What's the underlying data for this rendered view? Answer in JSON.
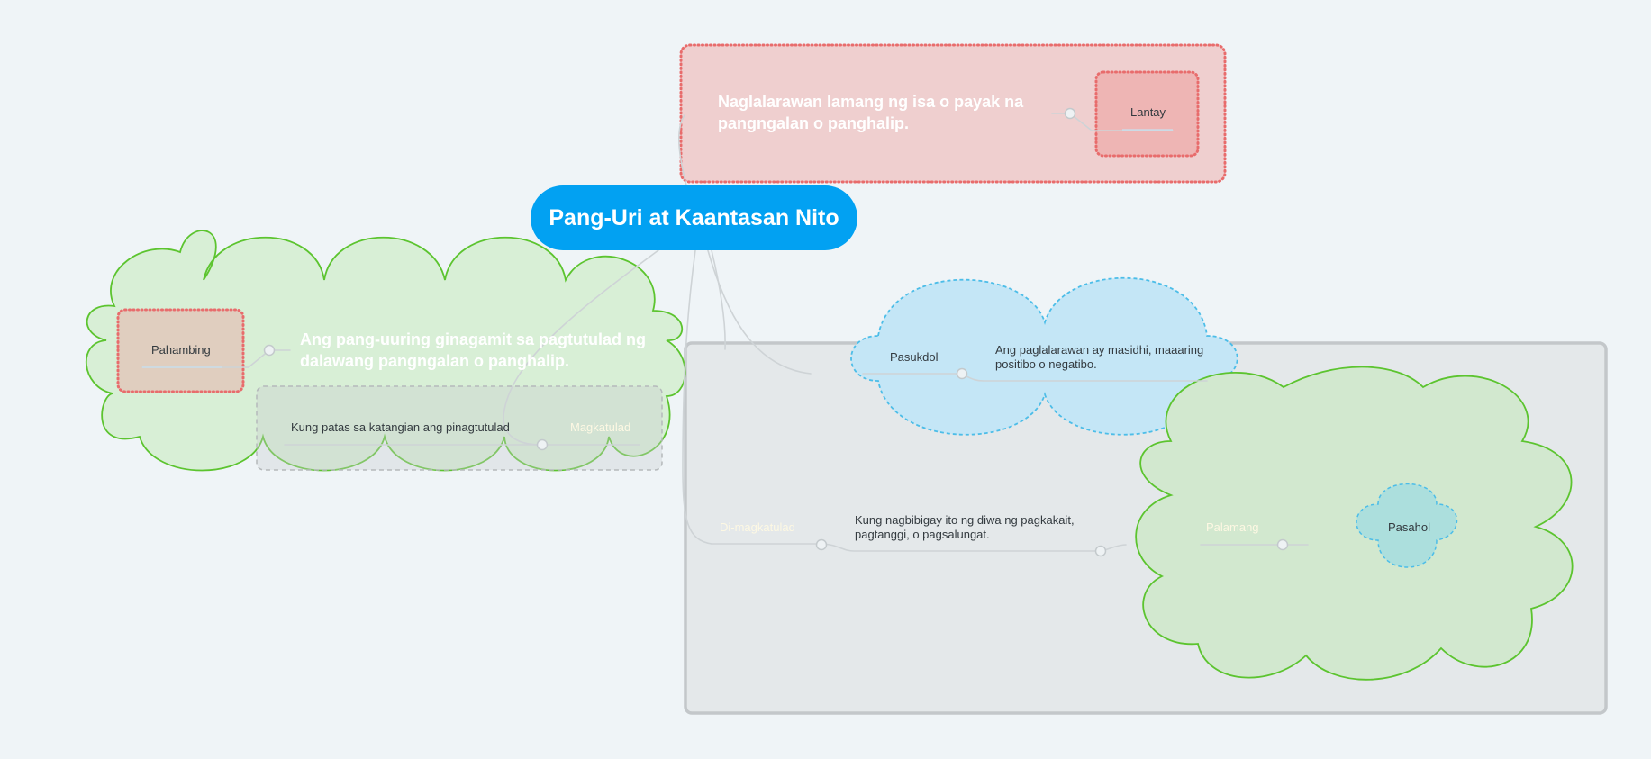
{
  "central": {
    "title": "Pang-Uri at Kaantasan Nito"
  },
  "lantay": {
    "label": "Lantay",
    "description": "Naglalarawan lamang ng isa o payak na pangngalan o panghalip."
  },
  "pahambing": {
    "label": "Pahambing",
    "description": "Ang pang-uuring ginagamit sa pagtutulad ng dalawang pangngalan o panghalip.",
    "magkatulad": {
      "label": "Magkatulad",
      "description": "Kung patas sa katangian ang pinagtutulad"
    },
    "di_magkatulad": {
      "label": "Di-magkatulad",
      "description": "Kung nagbibigay ito ng diwa ng pagkakait, pagtanggi, o pagsalungat."
    },
    "palamang": {
      "label": "Palamang"
    },
    "pasahol": {
      "label": "Pasahol"
    }
  },
  "pasukdol": {
    "label": "Pasukdol",
    "description": "Ang paglalarawan ay masidhi, maaaring positibo o negatibo."
  },
  "colors": {
    "background": "#eff4f7",
    "central": "#02a1f2",
    "red_boundary": "#e86c6c",
    "green_cloud": "#5cc42f",
    "blue_cloud": "#4cbde8",
    "gray_boundary": "#c3c7ca"
  }
}
